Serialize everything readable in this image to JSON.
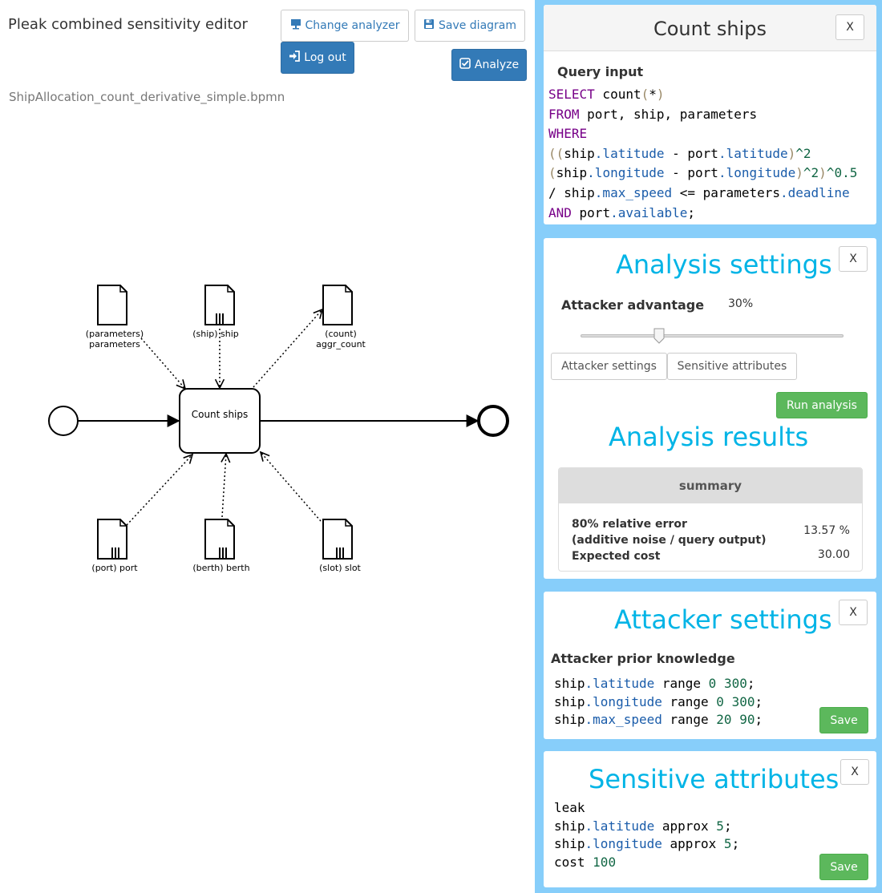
{
  "header": {
    "app_title": "Pleak combined sensitivity editor",
    "change_analyzer_label": "Change analyzer",
    "save_diagram_label": "Save diagram",
    "log_out_label": "Log out",
    "analyze_label": "Analyze",
    "filename": "ShipAllocation_count_derivative_simple.bpmn"
  },
  "diagram": {
    "task_label": "Count ships",
    "data_objects": {
      "parameters": [
        "(parameters)",
        "parameters"
      ],
      "ship": "(ship) ship",
      "count": [
        "(count)",
        "aggr_count"
      ],
      "port": "(port) port",
      "berth": "(berth) berth",
      "slot": "(slot) slot"
    }
  },
  "query_panel": {
    "title": "Count ships",
    "close_label": "X",
    "section_label": "Query input",
    "sql_lines": [
      [
        {
          "t": "SELECT",
          "c": "kw"
        },
        {
          "t": " count",
          "c": "fn"
        },
        {
          "t": "(",
          "c": "br"
        },
        {
          "t": "*",
          "c": "op"
        },
        {
          "t": ")",
          "c": "br"
        }
      ],
      [
        {
          "t": "FROM",
          "c": "kw"
        },
        {
          "t": " port, ship, parameters",
          "c": "op"
        }
      ],
      [
        {
          "t": "WHERE",
          "c": "kw"
        }
      ],
      [
        {
          "t": "((",
          "c": "br"
        },
        {
          "t": "ship",
          "c": "op"
        },
        {
          "t": ".latitude",
          "c": "prop"
        },
        {
          "t": " - port",
          "c": "op"
        },
        {
          "t": ".latitude",
          "c": "prop"
        },
        {
          "t": ")",
          "c": "br"
        },
        {
          "t": "^2",
          "c": "num"
        }
      ],
      [
        {
          "t": "(",
          "c": "br"
        },
        {
          "t": "ship",
          "c": "op"
        },
        {
          "t": ".longitude",
          "c": "prop"
        },
        {
          "t": " - port",
          "c": "op"
        },
        {
          "t": ".longitude",
          "c": "prop"
        },
        {
          "t": ")",
          "c": "br"
        },
        {
          "t": "^2",
          "c": "num"
        },
        {
          "t": ")",
          "c": "br"
        },
        {
          "t": "^0.5",
          "c": "num"
        }
      ],
      [
        {
          "t": "/ ship",
          "c": "op"
        },
        {
          "t": ".max_speed",
          "c": "prop"
        },
        {
          "t": " <= parameters",
          "c": "op"
        },
        {
          "t": ".deadline",
          "c": "prop"
        }
      ],
      [
        {
          "t": "AND",
          "c": "kw"
        },
        {
          "t": " port",
          "c": "op"
        },
        {
          "t": ".available",
          "c": "prop"
        },
        {
          "t": ";",
          "c": "op"
        }
      ]
    ]
  },
  "analysis_settings": {
    "title": "Analysis settings",
    "close_label": "X",
    "advantage_label": "Attacker advantage",
    "advantage_value": "30%",
    "slider_fraction": 0.3,
    "attacker_settings_tab": "Attacker settings",
    "sensitive_attributes_tab": "Sensitive attributes",
    "run_label": "Run analysis",
    "results_title": "Analysis results",
    "summary_header": "summary",
    "rows": [
      {
        "label_line1": "80% relative error",
        "label_line2": "(additive noise / query output)",
        "value": "13.57 %"
      },
      {
        "label_line1": "Expected cost",
        "value": "30.00"
      }
    ]
  },
  "attacker_settings": {
    "title": "Attacker settings",
    "close_label": "X",
    "prior_label": "Attacker prior knowledge",
    "code_lines": [
      [
        {
          "t": "ship",
          "c": "op"
        },
        {
          "t": ".latitude",
          "c": "prop"
        },
        {
          "t": " range ",
          "c": "op"
        },
        {
          "t": "0",
          "c": "num"
        },
        {
          "t": " ",
          "c": "op"
        },
        {
          "t": "300",
          "c": "num"
        },
        {
          "t": ";",
          "c": "op"
        }
      ],
      [
        {
          "t": "ship",
          "c": "op"
        },
        {
          "t": ".longitude",
          "c": "prop"
        },
        {
          "t": " range ",
          "c": "op"
        },
        {
          "t": "0",
          "c": "num"
        },
        {
          "t": " ",
          "c": "op"
        },
        {
          "t": "300",
          "c": "num"
        },
        {
          "t": ";",
          "c": "op"
        }
      ],
      [
        {
          "t": "ship",
          "c": "op"
        },
        {
          "t": ".max_speed",
          "c": "prop"
        },
        {
          "t": " range ",
          "c": "op"
        },
        {
          "t": "20",
          "c": "num"
        },
        {
          "t": " ",
          "c": "op"
        },
        {
          "t": "90",
          "c": "num"
        },
        {
          "t": ";",
          "c": "op"
        }
      ]
    ],
    "save_label": "Save"
  },
  "sensitive_attributes": {
    "title": "Sensitive attributes",
    "close_label": "X",
    "code_lines": [
      [
        {
          "t": "leak",
          "c": "op"
        }
      ],
      [
        {
          "t": "ship",
          "c": "op"
        },
        {
          "t": ".latitude",
          "c": "prop"
        },
        {
          "t": " approx ",
          "c": "op"
        },
        {
          "t": "5",
          "c": "num"
        },
        {
          "t": ";",
          "c": "op"
        }
      ],
      [
        {
          "t": "ship",
          "c": "op"
        },
        {
          "t": ".longitude",
          "c": "prop"
        },
        {
          "t": " approx ",
          "c": "op"
        },
        {
          "t": "5",
          "c": "num"
        },
        {
          "t": ";",
          "c": "op"
        }
      ],
      [
        {
          "t": "cost ",
          "c": "op"
        },
        {
          "t": "100",
          "c": "num"
        }
      ]
    ],
    "save_label": "Save"
  },
  "colors": {
    "sidebar_bg": "#87cefa",
    "heading_cyan": "#00b4e6",
    "primary": "#337ab7",
    "success": "#5cb85c"
  }
}
